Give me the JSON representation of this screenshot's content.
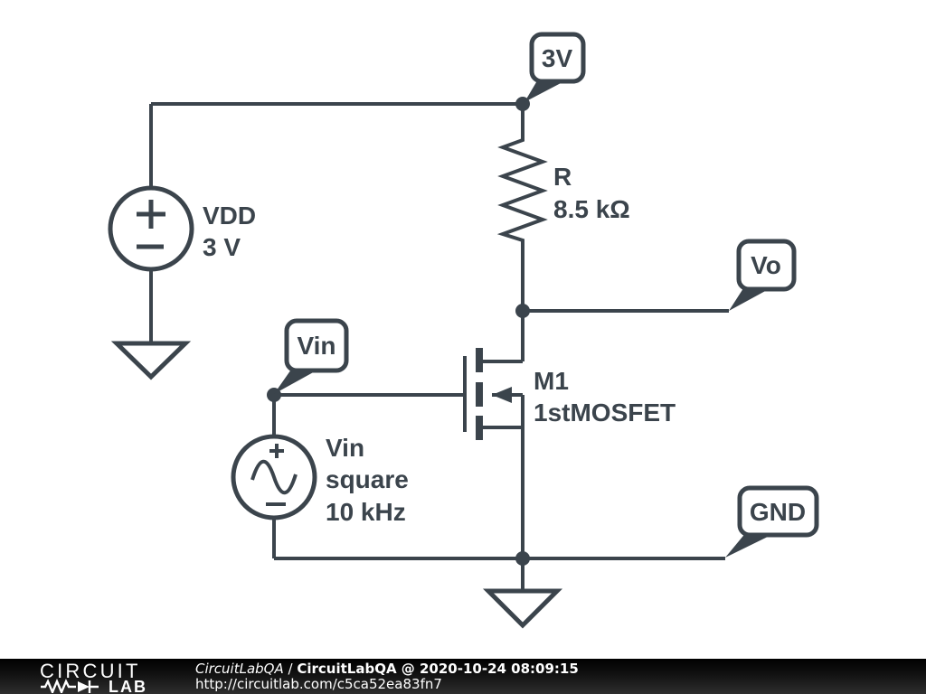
{
  "colors": {
    "stroke": "#3b444c",
    "canvas": "#ffffff",
    "footer_text": "#ffffff"
  },
  "net_labels": {
    "supply": "3V",
    "input": "Vin",
    "output": "Vo",
    "ground": "GND"
  },
  "components": {
    "vdd_source": {
      "name": "VDD",
      "value": "3 V"
    },
    "resistor": {
      "name": "R",
      "value": "8.5 kΩ"
    },
    "mosfet": {
      "name": "M1",
      "model": "1stMOSFET"
    },
    "vin_source": {
      "name": "Vin",
      "waveform": "square",
      "frequency": "10 kHz"
    }
  },
  "footer": {
    "logo_top": "CIRCUIT",
    "logo_bottom": "LAB",
    "author": "CircuitLabQA",
    "separator": " / ",
    "title": "CircuitLabQA @ 2020-10-24 08:09:15",
    "url": "http://circuitlab.com/c5ca52ea83fn7"
  }
}
